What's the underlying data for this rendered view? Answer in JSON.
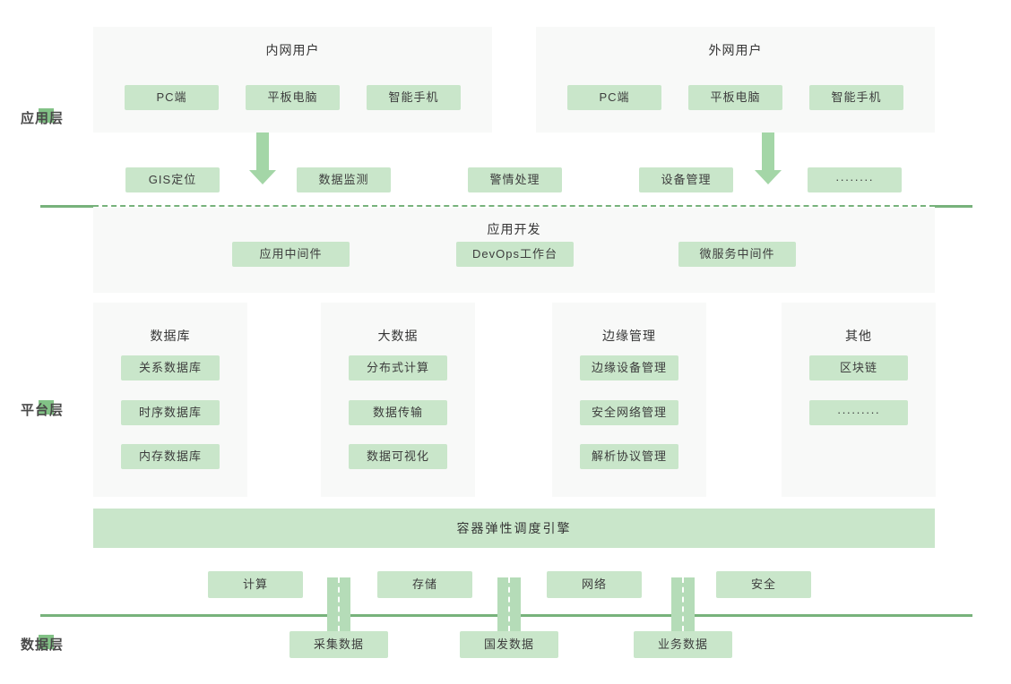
{
  "layers": {
    "app": {
      "label": "应用层"
    },
    "platform": {
      "label": "平台层"
    },
    "data": {
      "label": "数据层"
    }
  },
  "user_groups": [
    {
      "title": "内网用户",
      "devices": [
        "PC端",
        "平板电脑",
        "智能手机"
      ]
    },
    {
      "title": "外网用户",
      "devices": [
        "PC端",
        "平板电脑",
        "智能手机"
      ]
    }
  ],
  "app_functions": [
    "GIS定位",
    "数据监测",
    "警情处理",
    "设备管理",
    "········"
  ],
  "app_dev": {
    "title": "应用开发",
    "items": [
      "应用中间件",
      "DevOps工作台",
      "微服务中间件"
    ]
  },
  "platform_columns": [
    {
      "title": "数据库",
      "items": [
        "关系数据库",
        "时序数据库",
        "内存数据库"
      ]
    },
    {
      "title": "大数据",
      "items": [
        "分布式计算",
        "数据传输",
        "数据可视化"
      ]
    },
    {
      "title": "边缘管理",
      "items": [
        "边缘设备管理",
        "安全网络管理",
        "解析协议管理"
      ]
    },
    {
      "title": "其他",
      "items": [
        "区块链",
        "·········"
      ]
    }
  ],
  "container_engine": "容器弹性调度引擎",
  "infra_items": [
    "计算",
    "存储",
    "网络",
    "安全"
  ],
  "data_sources": [
    "采集数据",
    "国发数据",
    "业务数据"
  ],
  "colors": {
    "button_green": "#c9e6ca",
    "panel_gray": "#f8f9f8",
    "line_green": "#77b27b",
    "arrow_green": "#a4d6a7",
    "accent_green": "#82c286",
    "text_dark": "#3d3d3d"
  }
}
